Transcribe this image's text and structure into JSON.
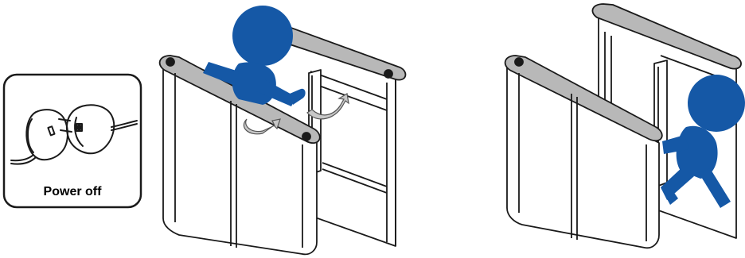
{
  "power_panel": {
    "label": "Power off",
    "icon": "unplug-icon"
  },
  "colors": {
    "person": "#1558a6",
    "outline": "#1a1a1a",
    "cabinet_top": "#b8b8b8",
    "arrow": "#c8c8c8",
    "background": "#ffffff"
  },
  "scenes": [
    {
      "name": "manual-push-open",
      "icons": [
        "person-pushing-icon",
        "hand-icon",
        "rotate-arrow-icon"
      ]
    },
    {
      "name": "passage-open",
      "icons": [
        "person-walking-icon"
      ]
    }
  ]
}
